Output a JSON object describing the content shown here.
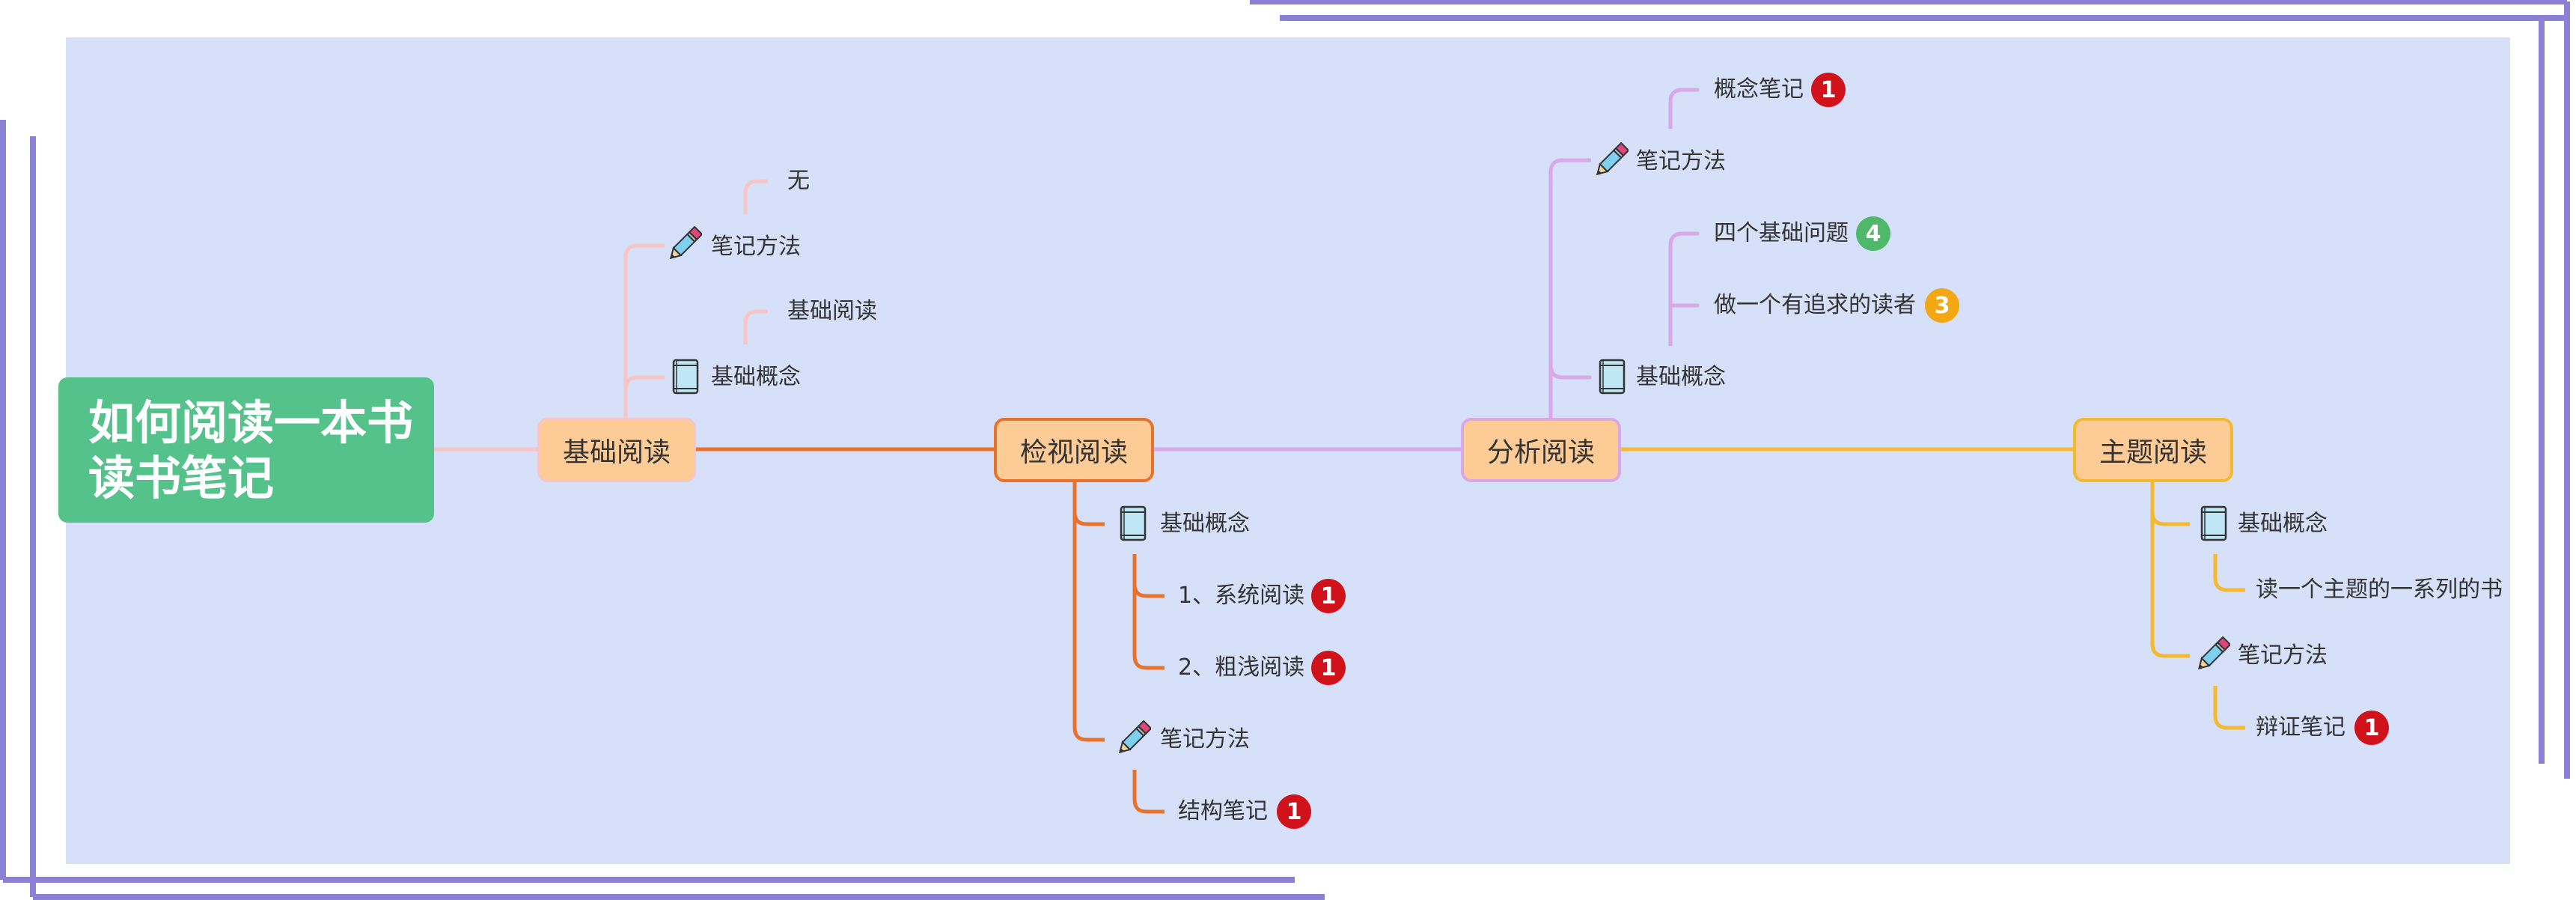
{
  "title": {
    "line1": "如何阅读一本书",
    "line2": "读书笔记"
  },
  "branches": {
    "basic": {
      "label": "基础阅读",
      "color": "#f7c5c5",
      "note_method": "笔记方法",
      "note_method_child": "无",
      "concept": "基础概念",
      "concept_child": "基础阅读"
    },
    "inspect": {
      "label": "检视阅读",
      "color": "#e8712c",
      "concept": "基础概念",
      "concept_children": [
        {
          "text": "1、系统阅读",
          "badge": "1"
        },
        {
          "text": "2、粗浅阅读",
          "badge": "1"
        }
      ],
      "note_method": "笔记方法",
      "note_children": [
        {
          "text": "结构笔记",
          "badge": "1"
        }
      ]
    },
    "analysis": {
      "label": "分析阅读",
      "color": "#d9a8e8",
      "note_method": "笔记方法",
      "note_children": [
        {
          "text": "概念笔记",
          "badge": "1"
        }
      ],
      "concept": "基础概念",
      "concept_children": [
        {
          "text": "四个基础问题",
          "badge": "4"
        },
        {
          "text": "做一个有追求的读者",
          "badge": "3"
        }
      ]
    },
    "topic": {
      "label": "主题阅读",
      "color": "#f4b92e",
      "concept": "基础概念",
      "concept_children": [
        {
          "text": "读一个主题的一系列的书"
        }
      ],
      "note_method": "笔记方法",
      "note_children": [
        {
          "text": "辩证笔记",
          "badge": "1"
        }
      ]
    }
  },
  "colors": {
    "canvas_bg": "#d6e0f8",
    "frame": "#8b80d6",
    "title_bg": "#55c28b",
    "badge_red": "#d0121b",
    "badge_green": "#4fb86a",
    "badge_orange": "#f3a712"
  },
  "icons": {
    "pencil": "pencil-icon",
    "book": "book-icon"
  }
}
